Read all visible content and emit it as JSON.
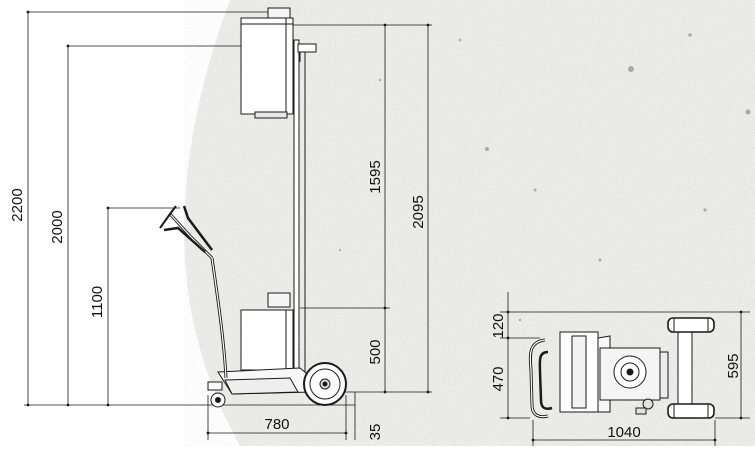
{
  "colors": {
    "line": "#1a1a1a",
    "bg_white": "#ffffff",
    "bg_stone": "#ececea"
  },
  "dimensions": {
    "total_height": "2200",
    "mast_height": "2000",
    "handle_height": "1100",
    "upper_span": "1595",
    "mast_span": "2095",
    "lower_span": "500",
    "ground_clearance": "35",
    "side_length": "780",
    "top_front": "120",
    "top_depth": "470",
    "top_width": "595",
    "top_length": "1040"
  }
}
